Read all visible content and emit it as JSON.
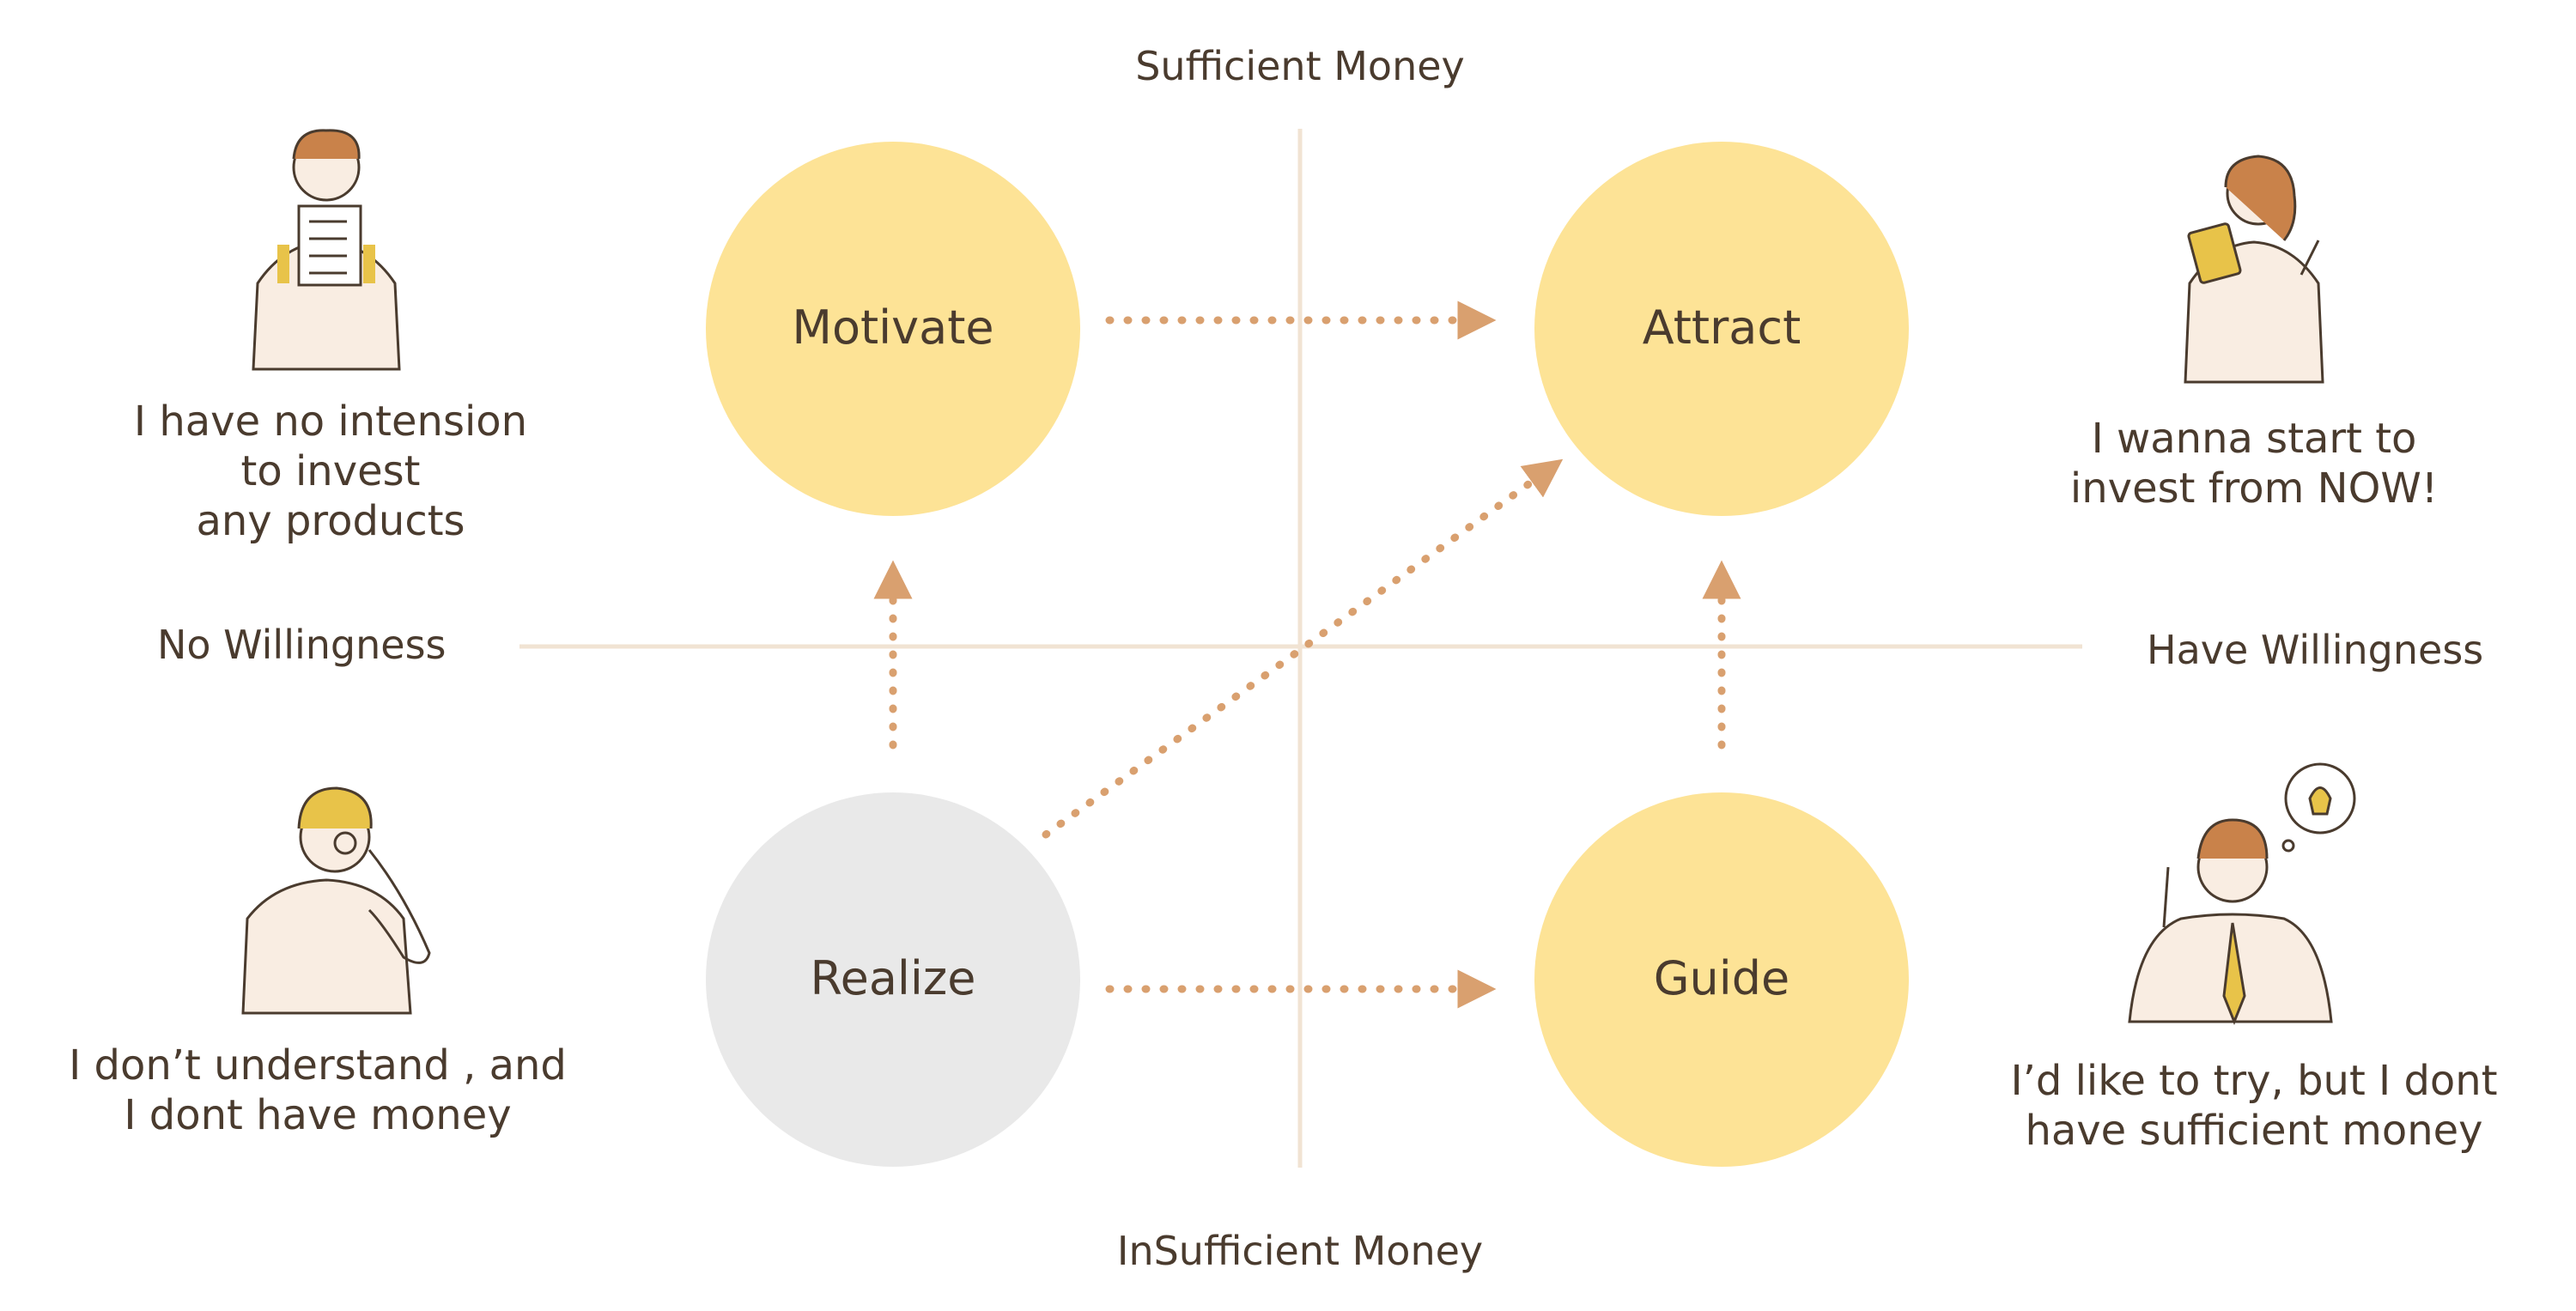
{
  "axes": {
    "top": "Sufficient Money",
    "bottom": "InSufficient Money",
    "left": "No Willingness",
    "right": "Have Willingness"
  },
  "nodes": {
    "motivate": "Motivate",
    "attract": "Attract",
    "realize": "Realize",
    "guide": "Guide"
  },
  "personas": {
    "top_left": "I have no intension\nto invest\n any products",
    "top_right": "I wanna start to\ninvest from NOW!",
    "bottom_left": "I don’t understand , and\nI dont have money",
    "bottom_right": "I’d like to try, but I dont\nhave sufficient money"
  },
  "colors": {
    "yellow": "#fde396",
    "gray": "#e9e9e9",
    "arrow": "#d9a06f",
    "axis": "#f1e3d3"
  }
}
